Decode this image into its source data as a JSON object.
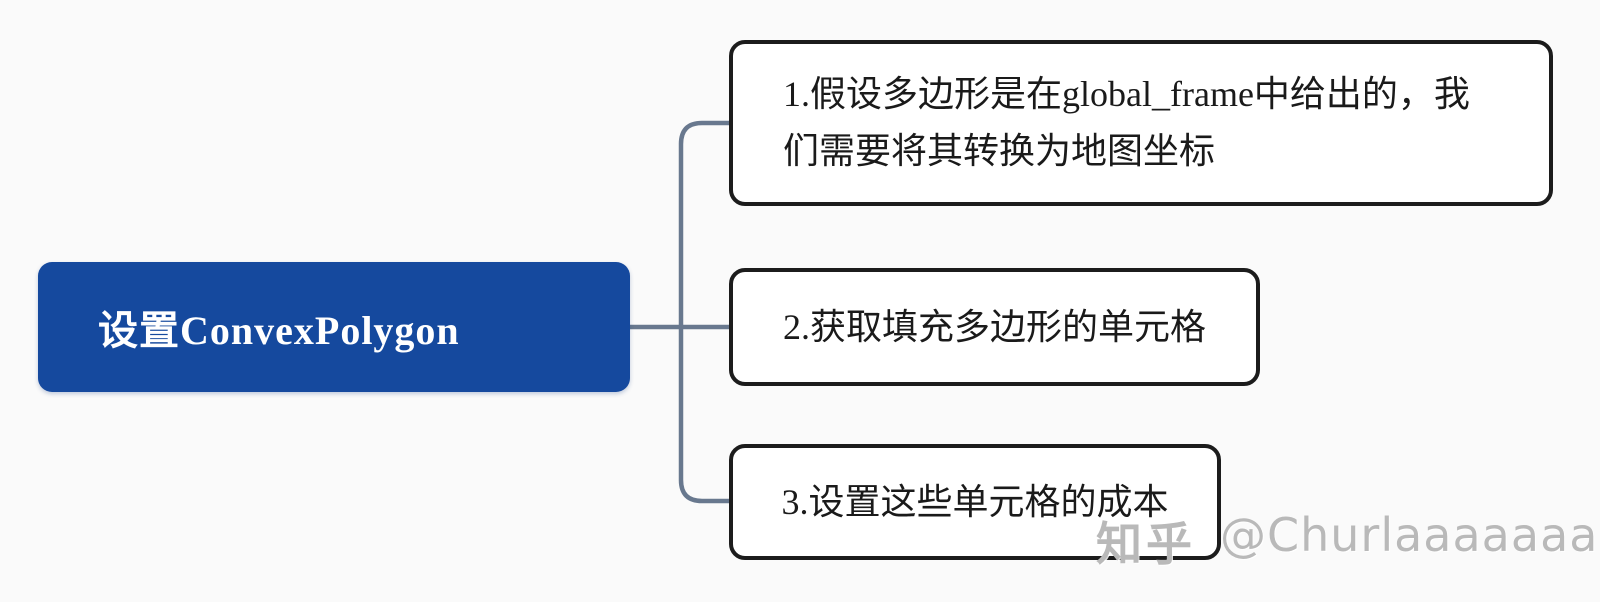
{
  "root": {
    "label": "设置ConvexPolygon"
  },
  "branches": [
    {
      "lines": [
        "1.假设多边形是在global_frame中给出的，我",
        "们需要将其转换为地图坐标"
      ]
    },
    {
      "lines": [
        "2.获取填充多边形的单元格"
      ]
    },
    {
      "lines": [
        "3.设置这些单元格的成本"
      ]
    }
  ],
  "watermark": {
    "brand": "知乎",
    "handle": "@Churlaaaaaaa"
  },
  "colors": {
    "background": "#fafafa",
    "root_bg": "#15499e",
    "root_text": "#ffffff",
    "box_bg": "#ffffff",
    "box_border": "#1c1c1c",
    "text": "#1a1a1a",
    "connector": "#68788e",
    "watermark": "#b9b9b9"
  }
}
